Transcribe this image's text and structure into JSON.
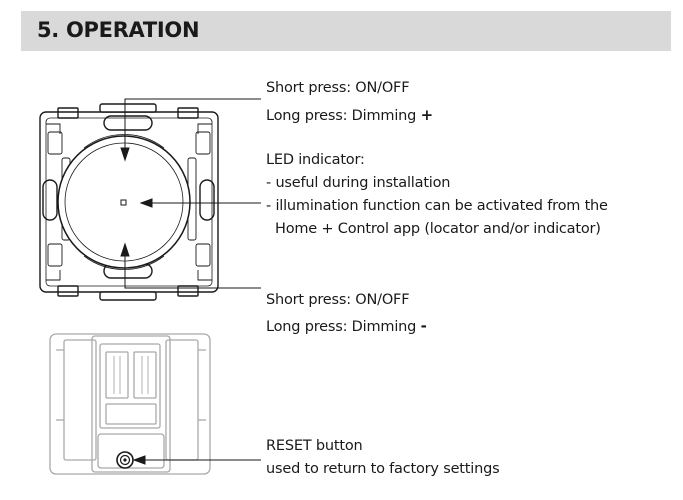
{
  "section": {
    "title": "5. OPERATION"
  },
  "top_button": {
    "line1": "Short press: ON/OFF",
    "line2_text": "Long press: Dimming",
    "line2_symbol": "+"
  },
  "led": {
    "title": "LED indicator:",
    "line1": "- useful during installation",
    "line2": "- illumination function can be activated from the",
    "line3": "Home + Control app (locator and/or indicator)"
  },
  "bottom_button": {
    "line1": "Short press: ON/OFF",
    "line2_text": "Long press: Dimming",
    "line2_symbol": "-"
  },
  "reset": {
    "title": "RESET button",
    "desc": "used to return to factory settings"
  }
}
